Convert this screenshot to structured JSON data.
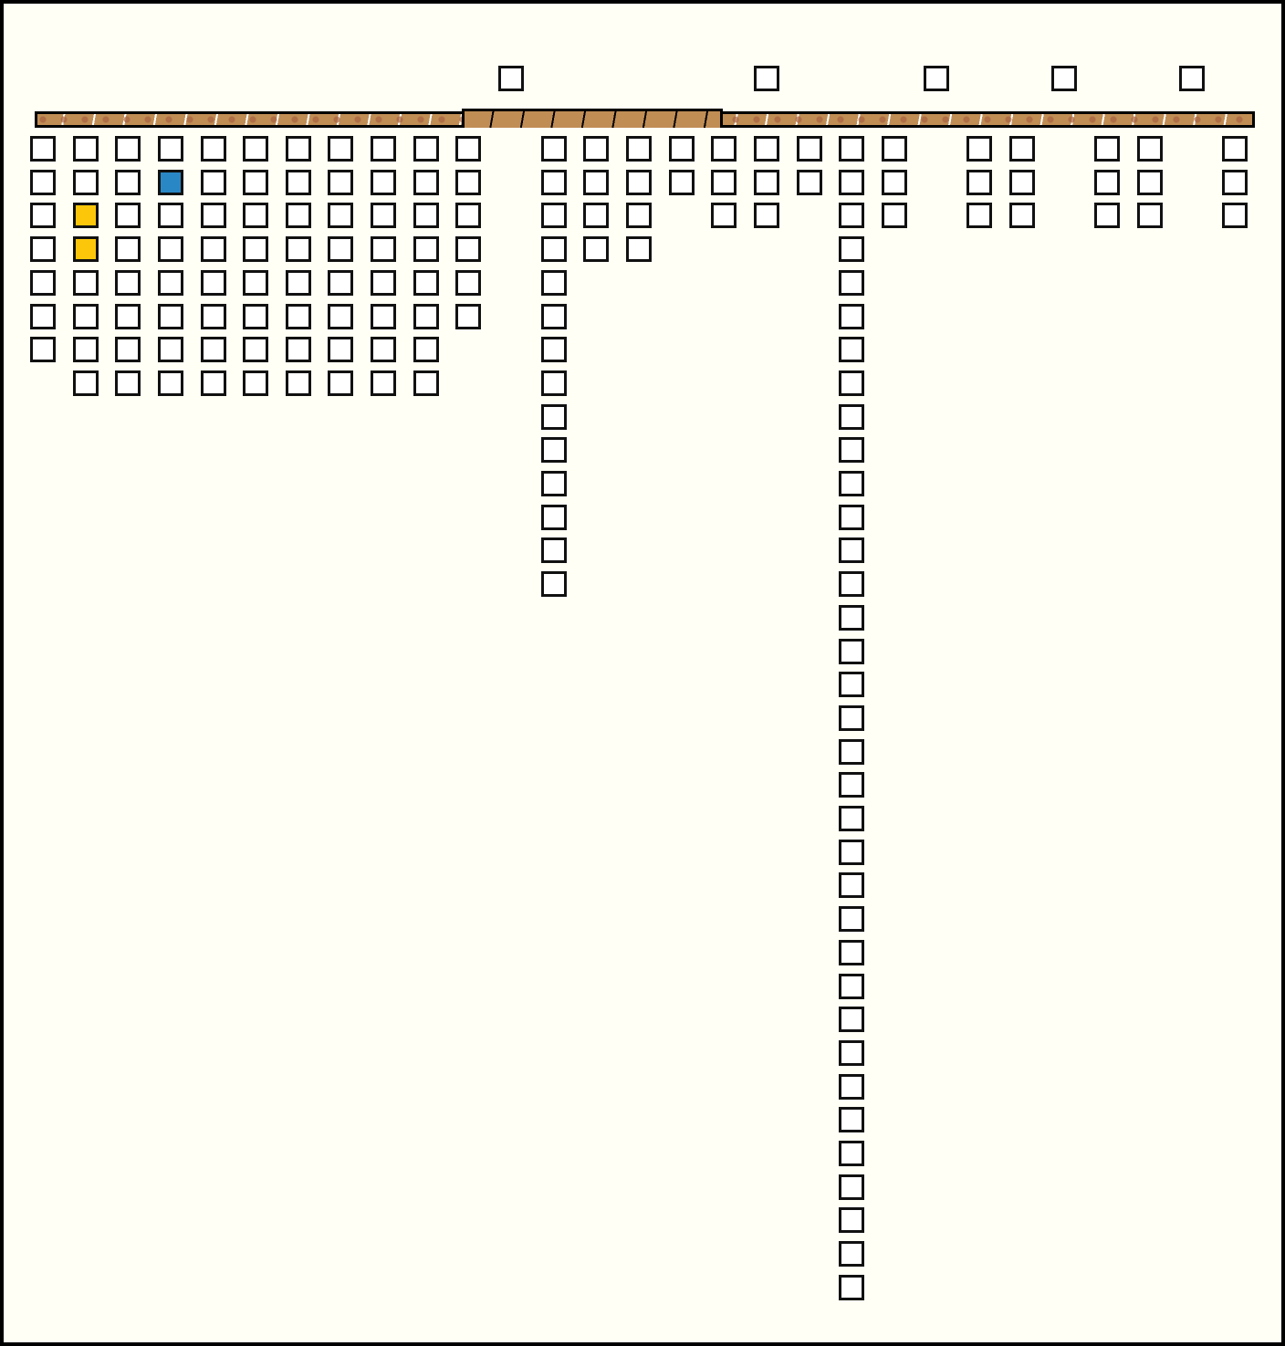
{
  "board": {
    "colors": {
      "empty": "#ffffff",
      "yellow": "#fcc70a",
      "blue": "#2a87c5",
      "bar": "#c08d55",
      "spots": "#a86040",
      "background": "#fffff5"
    },
    "top_row_columns": [
      11,
      17,
      21,
      24,
      27
    ],
    "columns": [
      {
        "count": 7
      },
      {
        "count": 8,
        "colored": {
          "2": "yellow",
          "3": "yellow"
        }
      },
      {
        "count": 8
      },
      {
        "count": 8,
        "colored": {
          "1": "blue"
        }
      },
      {
        "count": 8
      },
      {
        "count": 8
      },
      {
        "count": 8
      },
      {
        "count": 8
      },
      {
        "count": 8
      },
      {
        "count": 8
      },
      {
        "count": 6
      },
      {
        "count": 0
      },
      {
        "count": 14
      },
      {
        "count": 4
      },
      {
        "count": 4
      },
      {
        "count": 2
      },
      {
        "count": 3
      },
      {
        "count": 3
      },
      {
        "count": 2
      },
      {
        "count": 35
      },
      {
        "count": 3
      },
      {
        "count": 0
      },
      {
        "count": 3
      },
      {
        "count": 3
      },
      {
        "count": 0
      },
      {
        "count": 3
      },
      {
        "count": 3
      },
      {
        "count": 0
      },
      {
        "count": 3
      }
    ]
  }
}
